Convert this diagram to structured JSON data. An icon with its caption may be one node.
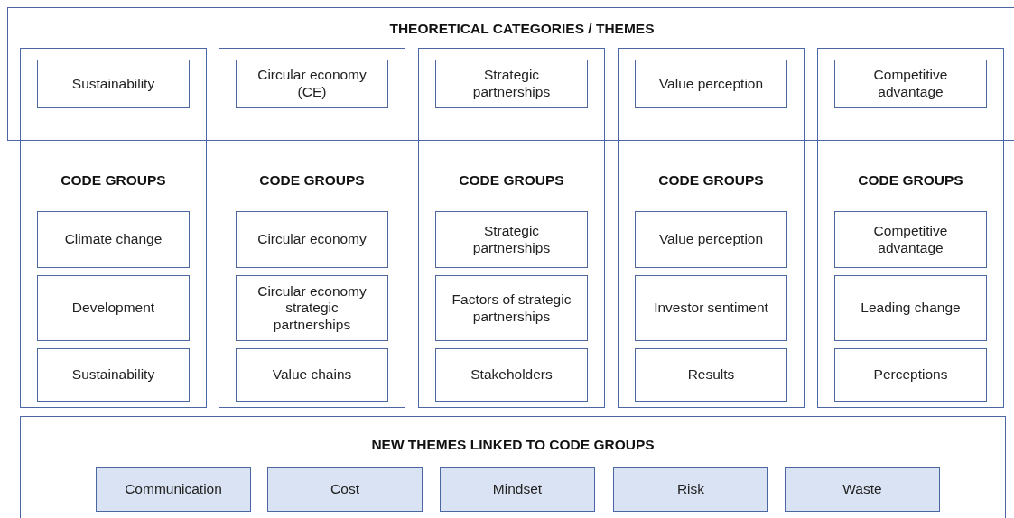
{
  "diagram": {
    "nodes": [
      {
        "text": [
          "THEORETICAL CATEGORIES / THEMES"
        ]
      },
      {
        "text": [
          "CODE GROUPS"
        ]
      },
      {
        "text": [
          "Sustainability"
        ]
      },
      {
        "text": [
          "Climate change"
        ],
        "in": 1
      },
      {
        "text": [
          "Development"
        ],
        "in": 1
      },
      {
        "text": [
          "Sustainability"
        ],
        "in": 1
      },
      {
        "text": [
          "CODE GROUPS"
        ]
      },
      {
        "text": [
          "Circular economy (CE)"
        ]
      },
      {
        "text": [
          "Circular economy"
        ],
        "in": 6
      },
      {
        "text": [
          "Circular economy strategic partnerships"
        ],
        "in": 6
      },
      {
        "text": [
          "Value chains"
        ],
        "in": 6
      },
      {
        "text": [
          "CODE GROUPS"
        ]
      },
      {
        "text": [
          "Strategic partnerships"
        ]
      },
      {
        "text": [
          "Strategic partnerships"
        ],
        "in": 11
      },
      {
        "text": [
          "Factors of strategic partnerships"
        ],
        "in": 11
      },
      {
        "text": [
          "Stakeholders"
        ],
        "in": 11
      },
      {
        "text": [
          "CODE GROUPS"
        ]
      },
      {
        "text": [
          "Value perception"
        ]
      },
      {
        "text": [
          "Value perception"
        ],
        "in": 16
      },
      {
        "text": [
          "Investor sentiment"
        ],
        "in": 16
      },
      {
        "text": [
          "Results"
        ],
        "in": 16
      },
      {
        "text": [
          "CODE GROUPS"
        ]
      },
      {
        "text": [
          "Competitive advantage"
        ]
      },
      {
        "text": [
          "Competitive advantage"
        ],
        "in": 21
      },
      {
        "text": [
          "Leading change"
        ],
        "in": 21
      },
      {
        "text": [
          "Perceptions"
        ],
        "in": 21
      },
      {
        "text": [
          "NEW THEMES LINKED TO CODE GROUPS"
        ]
      },
      {
        "text": [
          "Communication"
        ],
        "in": 26
      },
      {
        "text": [
          "Cost"
        ],
        "in": 26
      },
      {
        "text": [
          "Mindset"
        ],
        "in": 26
      },
      {
        "text": [
          "Risk"
        ],
        "in": 26
      },
      {
        "text": [
          "Waste"
        ],
        "in": 26
      }
    ]
  }
}
